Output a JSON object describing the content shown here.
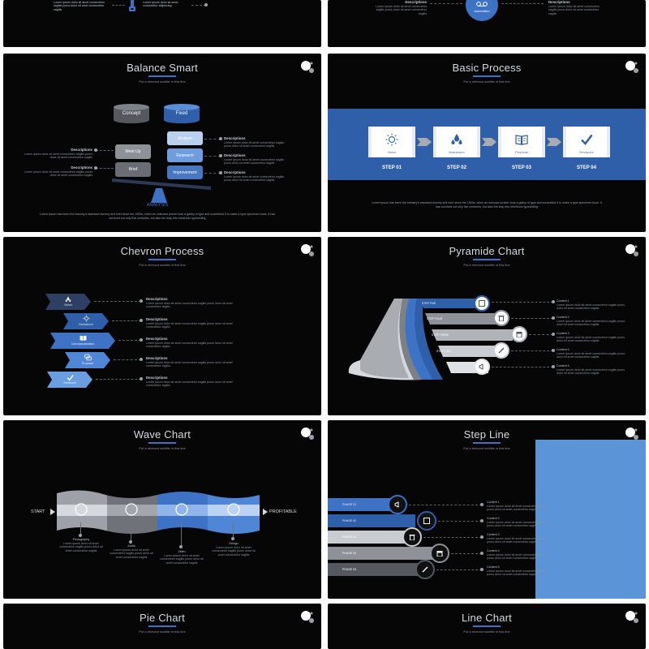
{
  "common": {
    "subtitle": "Put a relevant subtitle in this line"
  },
  "top_left": {
    "text1": "Lorem ipsum dolor sit amet consectetur sagitis purus dolor sit amet consectetur sagitis",
    "text2": "Lorem ipsum dolor sit amet, consectetur adipiscing."
  },
  "top_right": {
    "desc_title": "Descriptions",
    "text_left": "Lorem ipsum dolor sit amet consectetur sagitis purus dolor sit amet consectetur sagitis",
    "circle_label": "Automation",
    "desc_title2": "Descriptions",
    "text_right": "Lorem ipsum dolor sit amet consectetur sagitis purus dolor sit amet consectetur sagitis"
  },
  "balance": {
    "title": "Balance Smart",
    "cylinders": {
      "concept": "Concept",
      "fixed": "Fixed"
    },
    "left_blocks": [
      "Meet Up",
      "Brief"
    ],
    "right_blocks": [
      "Analyze",
      "Research",
      "Improvement"
    ],
    "base_label": "ANALYSIS",
    "desc_title": "Descriptions",
    "desc_text": "Lorem ipsum dolor sit amet consectetur sagitis purus dolor sit amet consectetur sagitis",
    "footer": "Lorem ipsum has been the industry's standard dummy text ever since the 1500s, when an unknown printer took a galley of type and scrambled it to make a type specimen book. It has survived not only five centuries, but also the leap into electronic typesetting"
  },
  "basic": {
    "title": "Basic Process",
    "steps": [
      {
        "label": "Vision",
        "step": "STEP 01",
        "icon": "sun-icon"
      },
      {
        "label": "Brainstorm",
        "step": "STEP 02",
        "icon": "drops-icon"
      },
      {
        "label": "Proposal",
        "step": "STEP 03",
        "icon": "book-icon"
      },
      {
        "label": "Revisions",
        "step": "STEP 04",
        "icon": "check-icon"
      }
    ],
    "footer": "Lorem ipsum has been the industry's standard dummy text ever since the 1500s, when an unknown printer took a galley of type and scrambled it to make a type specimen book. It has survived not only five centuries, but also the leap into electronic typesetting"
  },
  "chevron": {
    "title": "Chevron Process",
    "items": [
      {
        "label": "Vision",
        "color": "#2d3f63"
      },
      {
        "label": "Brainstorm",
        "color": "#2f5fa8"
      },
      {
        "label": "Conceptualization",
        "color": "#3d72c4"
      },
      {
        "label": "Proposal",
        "color": "#4f86d6"
      },
      {
        "label": "Revisions",
        "color": "#6a9ee0"
      }
    ],
    "desc_title": "Descriptions",
    "desc_text": "Lorem ipsum dolor sit amet consectetur sagitis purus dolor sit amet consectetur sagitis"
  },
  "pyramid": {
    "title": "Pyramide Chart",
    "steps": [
      "STEP FIVE",
      "STEP FOUR",
      "STEP THREE",
      "STEP TWO",
      "STEP ONE"
    ],
    "contents": [
      "Content 1",
      "Content 2",
      "Content 3",
      "Content 4",
      "Content 5"
    ],
    "content_text": "Lorem ipsum dolor sit amet consectetur sagitis purus dolor sit amet consectetur sagitis"
  },
  "wave": {
    "title": "Wave Chart",
    "start": "START",
    "end": "PROFITABLE",
    "labels": [
      "Photography",
      "Audio",
      "Video",
      "Design"
    ],
    "text": "Lorem ipsum dolor sit amet consectetur sagitis purus dolor sit amet consectetur sagitis"
  },
  "step": {
    "title": "Step Line",
    "phases": [
      "PHASE 01",
      "PHASE 02",
      "PHASE 03",
      "PHASE 04",
      "PHASE 05"
    ],
    "contents": [
      "Content 1",
      "Content 2",
      "Content 3",
      "Content 4",
      "Content 5"
    ],
    "content_text": "Lorem ipsum dolor sit amet consectetur sagitis purus dolor sit amet consectetur sagitis"
  },
  "pie": {
    "title": "Pie Chart"
  },
  "line": {
    "title": "Line Chart"
  }
}
